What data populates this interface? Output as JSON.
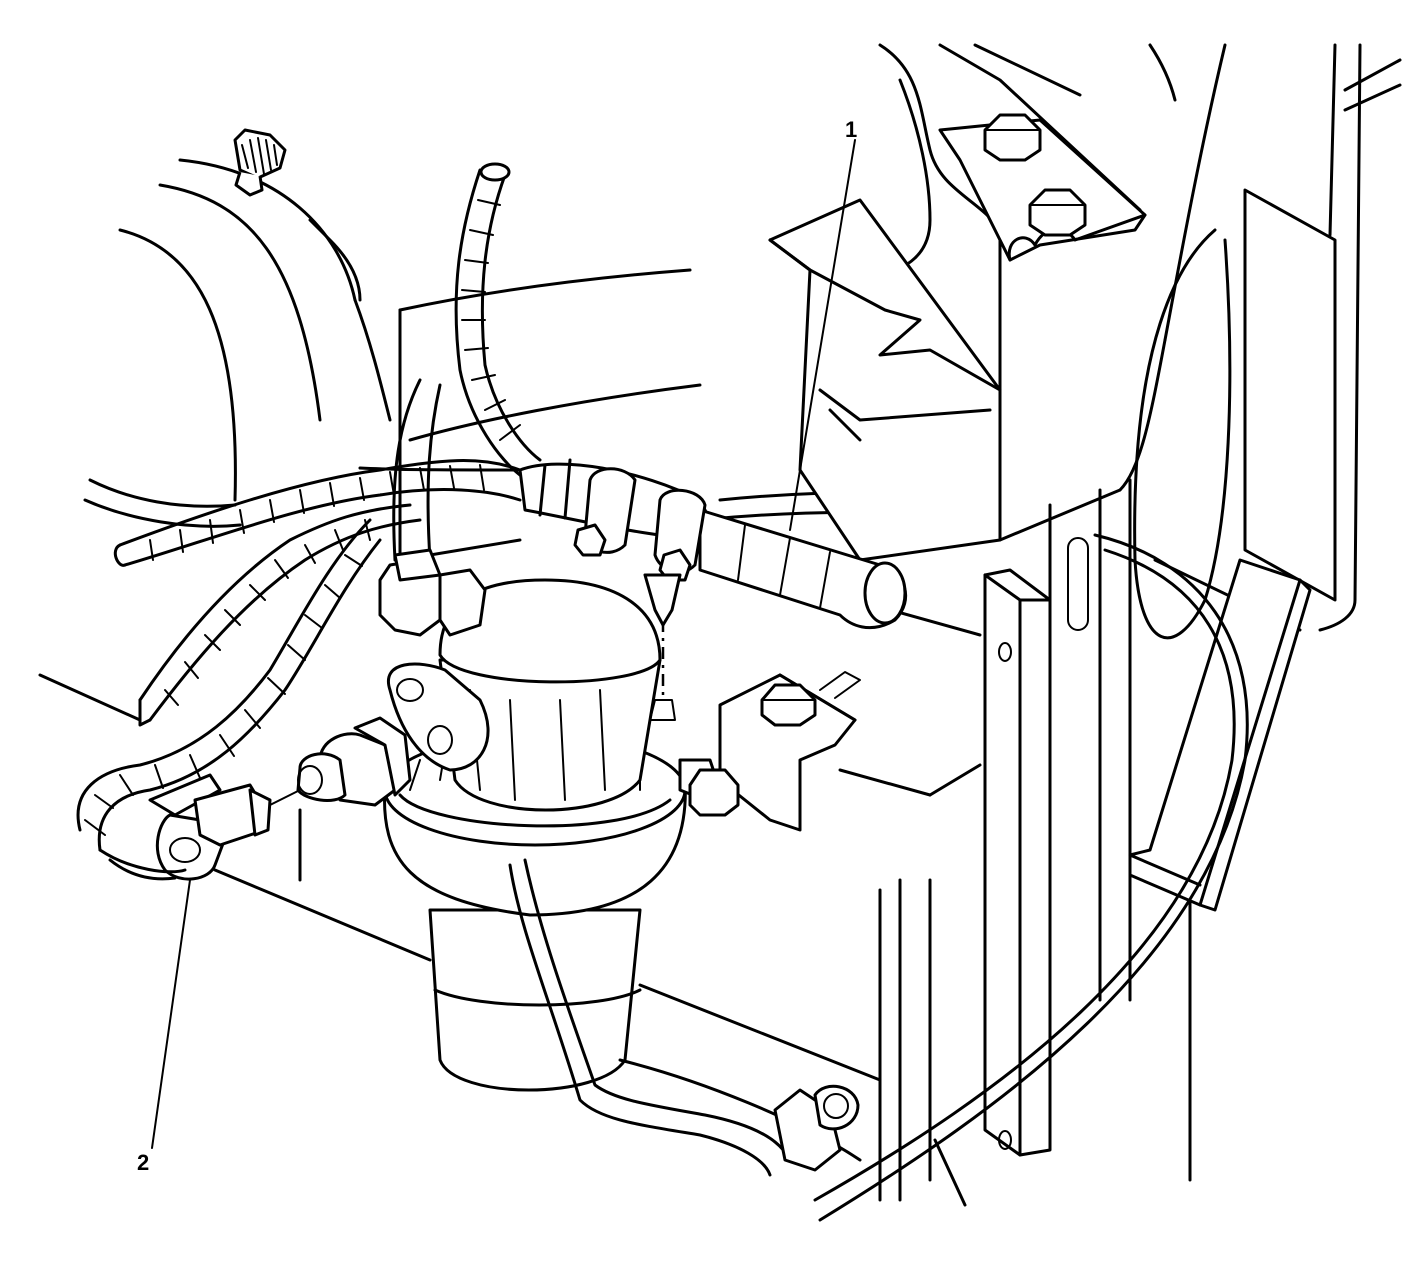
{
  "diagram": {
    "callouts": [
      {
        "id": "1",
        "label": "1"
      },
      {
        "id": "2",
        "label": "2"
      }
    ],
    "colors": {
      "line": "#000000",
      "background": "#ffffff"
    },
    "parts_icons": [
      "hose-icon",
      "wire-harness-icon",
      "pump-icon",
      "bracket-icon",
      "bolt-icon",
      "connector-icon",
      "fitting-icon",
      "pipe-icon"
    ]
  }
}
